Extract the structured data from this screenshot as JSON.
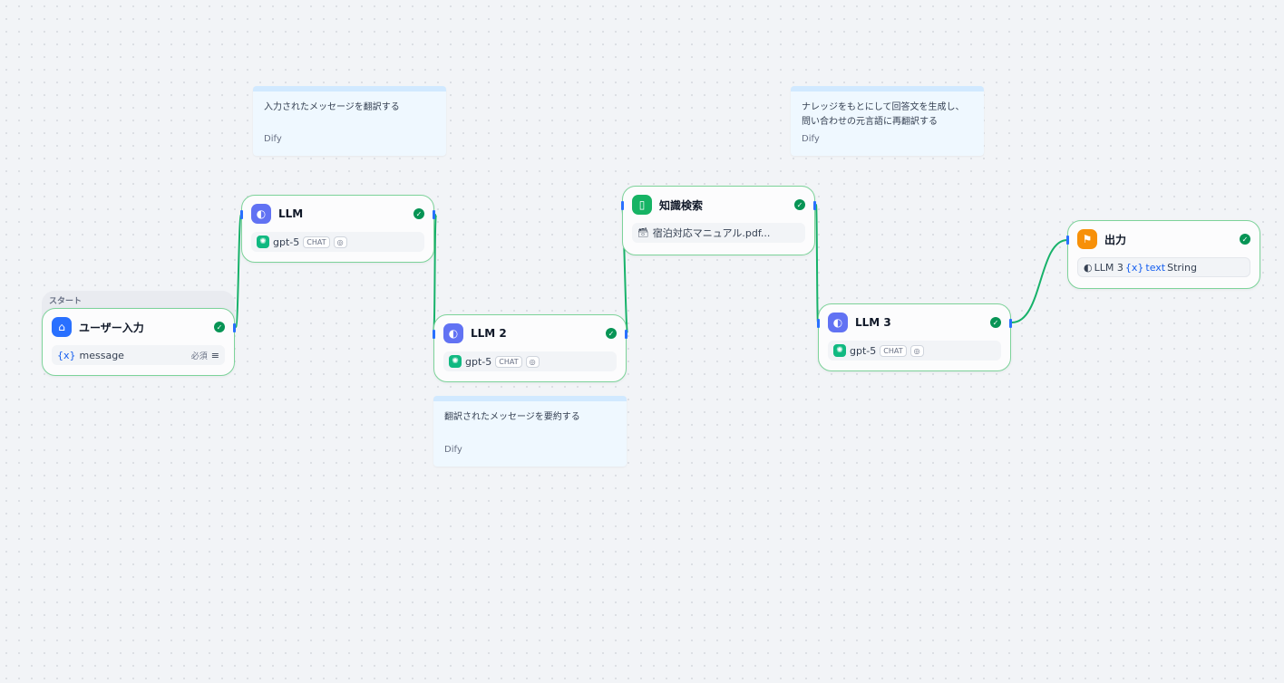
{
  "notes": [
    {
      "text": "入力されたメッセージを翻訳する",
      "author": "Dify"
    },
    {
      "text": "ナレッジをもとにして回答文を生成し、問い合わせの元言語に再翻訳する",
      "author": "Dify"
    },
    {
      "text": "翻訳されたメッセージを要約する",
      "author": "Dify"
    }
  ],
  "start": {
    "group_label": "スタート",
    "title": "ユーザー入力",
    "variable": "message",
    "required": "必須",
    "var_icon": "{x}"
  },
  "llm1": {
    "title": "LLM",
    "model": "gpt-5",
    "mode": "CHAT"
  },
  "llm2": {
    "title": "LLM 2",
    "model": "gpt-5",
    "mode": "CHAT"
  },
  "knowledge": {
    "title": "知識検索",
    "dataset": "宿泊対応マニュアル.pdf..."
  },
  "llm3": {
    "title": "LLM 3",
    "model": "gpt-5",
    "mode": "CHAT"
  },
  "output": {
    "title": "出力",
    "source": "LLM 3",
    "var_icon": "{x}",
    "variable": "text",
    "type": "String"
  },
  "colors": {
    "edge": "#17b26a",
    "border": "#7dd39a",
    "start": "#2970ff",
    "llm": "#6172f3",
    "knowledge": "#16b364",
    "output": "#f79009"
  }
}
